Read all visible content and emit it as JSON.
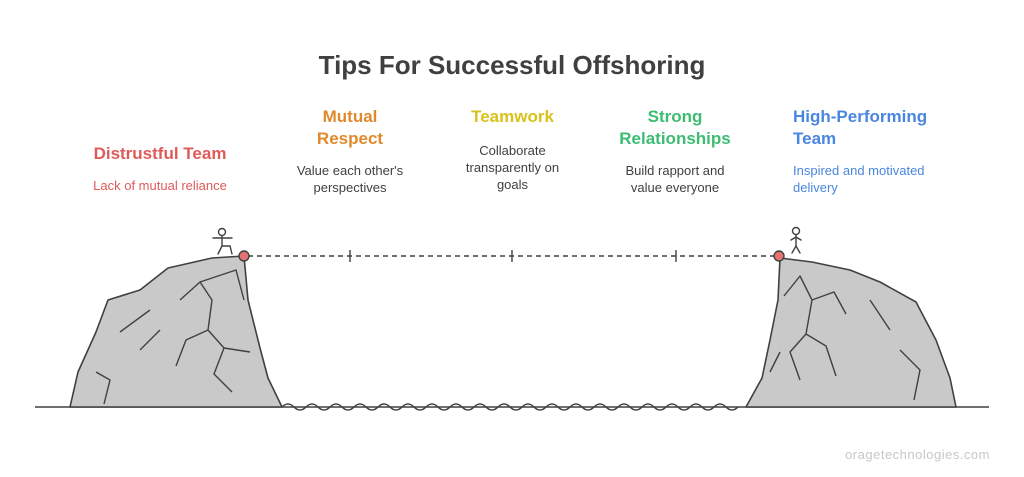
{
  "title": "Tips For Successful Offshoring",
  "stages": {
    "distrust": {
      "head": "Distrustful Team",
      "desc": "Lack of mutual reliance"
    },
    "respect": {
      "head_line1": "Mutual",
      "head_line2": "Respect",
      "desc_line1": "Value each other's",
      "desc_line2": "perspectives"
    },
    "teamwork": {
      "head": "Teamwork",
      "desc_line1": "Collaborate",
      "desc_line2": "transparently on",
      "desc_line3": "goals"
    },
    "relations": {
      "head_line1": "Strong",
      "head_line2": "Relationships",
      "desc_line1": "Build rapport and",
      "desc_line2": "value everyone"
    },
    "highperf": {
      "head_line1": "High-Performing",
      "head_line2": "Team",
      "desc_line1": "Inspired and motivated",
      "desc_line2": "delivery"
    }
  },
  "watermark": "oragetechnologies.com",
  "colors": {
    "title": "#404040",
    "distrust": "#e05a5a",
    "respect": "#e08a2e",
    "teamwork": "#d9c21a",
    "relations": "#3dbd72",
    "highperf": "#4a86e0",
    "rock_fill": "#c9c9c9",
    "line": "#404040"
  }
}
